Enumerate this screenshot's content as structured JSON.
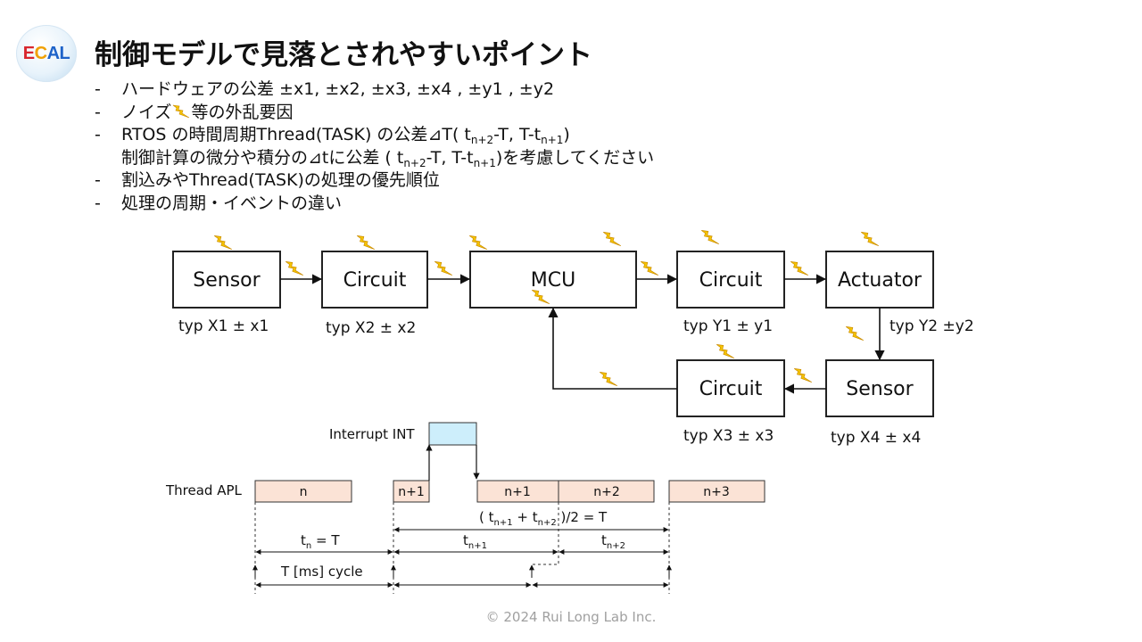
{
  "logo": {
    "e": "E",
    "c": "C",
    "a": "A",
    "l": "L"
  },
  "title": "制御モデルで見落とされやすいポイント",
  "bullets": {
    "dash": "-",
    "b1": "ハードウェアの公差 ±x1, ±x2, ±x3, ±x4 , ±y1 , ±y2",
    "b2_pre": "ノイズ",
    "b2_post": "等の外乱要因",
    "b3_pre": "RTOS の時間周期Thread(TASK) の公差⊿T( t",
    "b3_s1": "n+2",
    "b3_mid": "-T, T-t",
    "b3_s2": "n+1",
    "b3_end": ")",
    "b4_pre": "制御計算の微分や積分の⊿tに公差 ( t",
    "b4_s1": "n+2",
    "b4_mid": "-T, T-t",
    "b4_s2": "n+1",
    "b4_end": ")を考慮してください",
    "b5": "割込みやThread(TASK)の処理の優先順位",
    "b6": "処理の周期・イベントの違い"
  },
  "blocks": {
    "sensor1": "Sensor",
    "circuit1": "Circuit",
    "mcu": "MCU",
    "circuit2": "Circuit",
    "actuator": "Actuator",
    "circuit3": "Circuit",
    "sensor2": "Sensor"
  },
  "block_labels": {
    "sensor1": "typ X1 ± x1",
    "circuit1": "typ X2 ± x2",
    "circuit2": "typ Y1 ± y1",
    "actuator": "typ Y2 ±y2",
    "circuit3": "typ X3 ± x3",
    "sensor2": "typ X4 ± x4"
  },
  "timing": {
    "interrupt_label": "Interrupt INT",
    "thread_label": "Thread APL",
    "slot_n": "n",
    "slot_n1a": "n+1",
    "slot_n1b": "n+1",
    "slot_n2": "n+2",
    "slot_n3": "n+3",
    "avg_pre": "( t",
    "avg_s1": "n+1",
    "avg_mid": " + t",
    "avg_s2": "n+2",
    "avg_post": " )/2 = T",
    "tn_pre": "t",
    "tn_sub": "n",
    "tn_post": " = T",
    "tn1_pre": "t",
    "tn1_sub": "n+1",
    "tn2_pre": "t",
    "tn2_sub": "n+2",
    "cycle": "T [ms] cycle"
  },
  "colors": {
    "block_border": "#222222",
    "slot_fill": "#fbe3d6",
    "interrupt_fill": "#cdeefb",
    "bolt": "#f5c400",
    "bolt_dark": "#c98a00"
  },
  "icons": {
    "noise": "lightning-bolt-icon"
  },
  "footer": "© 2024 Rui Long Lab Inc."
}
